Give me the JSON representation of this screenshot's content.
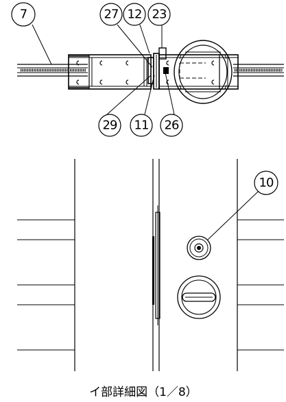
{
  "callouts": {
    "c7": "7",
    "c27": "27",
    "c12": "12",
    "c23": "23",
    "c29": "29",
    "c11": "11",
    "c26": "26",
    "c10": "10"
  },
  "caption": "イ部詳細図（1／8）"
}
